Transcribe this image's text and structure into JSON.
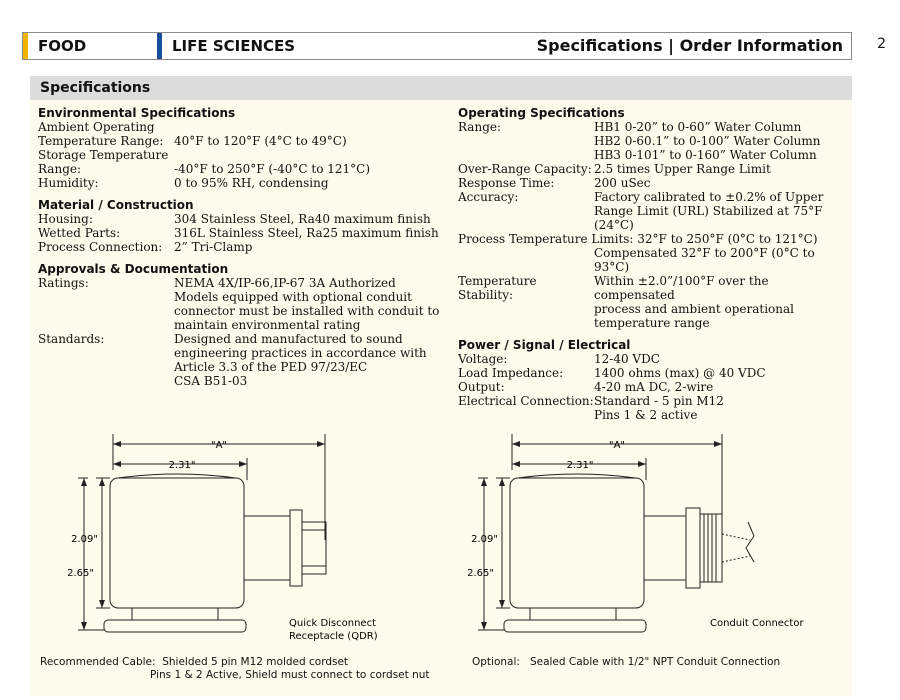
{
  "header": {
    "tab_food": "FOOD",
    "tab_life": "LIFE SCIENCES",
    "title": "Specifications | Order Information",
    "page_number": "2",
    "accent_food": "#f1b400",
    "accent_life": "#1a4f9e"
  },
  "specs_bar": "Specifications",
  "environmental": {
    "heading": "Environmental Specifications",
    "line1": "Ambient Operating",
    "temp_label": "Temperature Range:",
    "temp_value": "40°F to 120°F (4°C to 49°C)",
    "line2": "Storage Temperature",
    "range_label": "Range:",
    "range_value": "-40°F to 250°F (-40°C to 121°C)",
    "humidity_label": "Humidity:",
    "humidity_value": "0 to 95% RH, condensing"
  },
  "material": {
    "heading": "Material / Construction",
    "housing_label": "Housing:",
    "housing_value": "304 Stainless Steel, Ra40 maximum finish",
    "wetted_label": "Wetted Parts:",
    "wetted_value": "316L Stainless Steel, Ra25 maximum finish",
    "process_label": "Process Connection:",
    "process_value": "2” Tri-Clamp"
  },
  "approvals": {
    "heading": "Approvals & Documentation",
    "ratings_label": "Ratings:",
    "ratings_lines": [
      "NEMA 4X/IP-66,IP-67 3A Authorized",
      "Models equipped with optional conduit",
      "connector must be installed with conduit to",
      "maintain environmental rating"
    ],
    "standards_label": "Standards:",
    "standards_lines": [
      "Designed and manufactured to sound",
      "engineering practices in accordance with",
      "Article 3.3 of the PED 97/23/EC",
      "CSA B51-03"
    ]
  },
  "operating": {
    "heading": "Operating  Specifications",
    "range_label": "Range:",
    "range_lines": [
      "HB1  0-20” to 0-60” Water Column",
      "HB2  0-60.1” to 0-100” Water Column",
      "HB3  0-101” to 0-160” Water Column"
    ],
    "overrange_label": "Over-Range Capacity:",
    "overrange_value": "2.5 times Upper Range Limit",
    "response_label": "Response Time:",
    "response_value": "200 uSec",
    "accuracy_label": "Accuracy:",
    "accuracy_lines": [
      "Factory calibrated to ±0.2% of Upper",
      "Range Limit (URL) Stabilized at 75°F (24°C)"
    ],
    "ptl_line": "Process Temperature Limits: 32°F to 250°F (0°C to 121°C)",
    "ptl_comp": "Compensated 32°F to 200°F (0°C to 93°C)",
    "stability_label": "Temperature Stability:",
    "stability_lines": [
      "Within ±2.0”/100°F over the compensated",
      "process and ambient operational",
      "temperature range"
    ]
  },
  "power": {
    "heading": "Power / Signal / Electrical",
    "voltage_label": "Voltage:",
    "voltage_value": "12-40 VDC",
    "load_label": "Load Impedance:",
    "load_value": "1400 ohms (max) @ 40 VDC",
    "output_label": "Output:",
    "output_value": "4-20 mA DC, 2-wire",
    "elec_label": "Electrical Connection:",
    "elec_lines": [
      "Standard - 5 pin M12",
      "Pins 1 & 2 active"
    ]
  },
  "diagram_left": {
    "dim_a": "\"A\"",
    "dim_231": "2.31\"",
    "dim_209": "2.09\"",
    "dim_265": "2.65\"",
    "label_line1": "Quick Disconnect",
    "label_line2": "Receptacle (QDR)"
  },
  "diagram_right": {
    "dim_a": "\"A\"",
    "dim_231": "2.31\"",
    "dim_209": "2.09\"",
    "dim_265": "2.65\"",
    "label": "Conduit Connector"
  },
  "captions": {
    "cable_label": "Recommended Cable:",
    "cable_line1": "Shielded 5 pin M12 molded cordset",
    "cable_line2": "Pins 1 & 2 Active, Shield must connect to cordset nut",
    "optional_label": "Optional:",
    "optional_text": "Sealed Cable with 1/2\" NPT Conduit Connection"
  }
}
